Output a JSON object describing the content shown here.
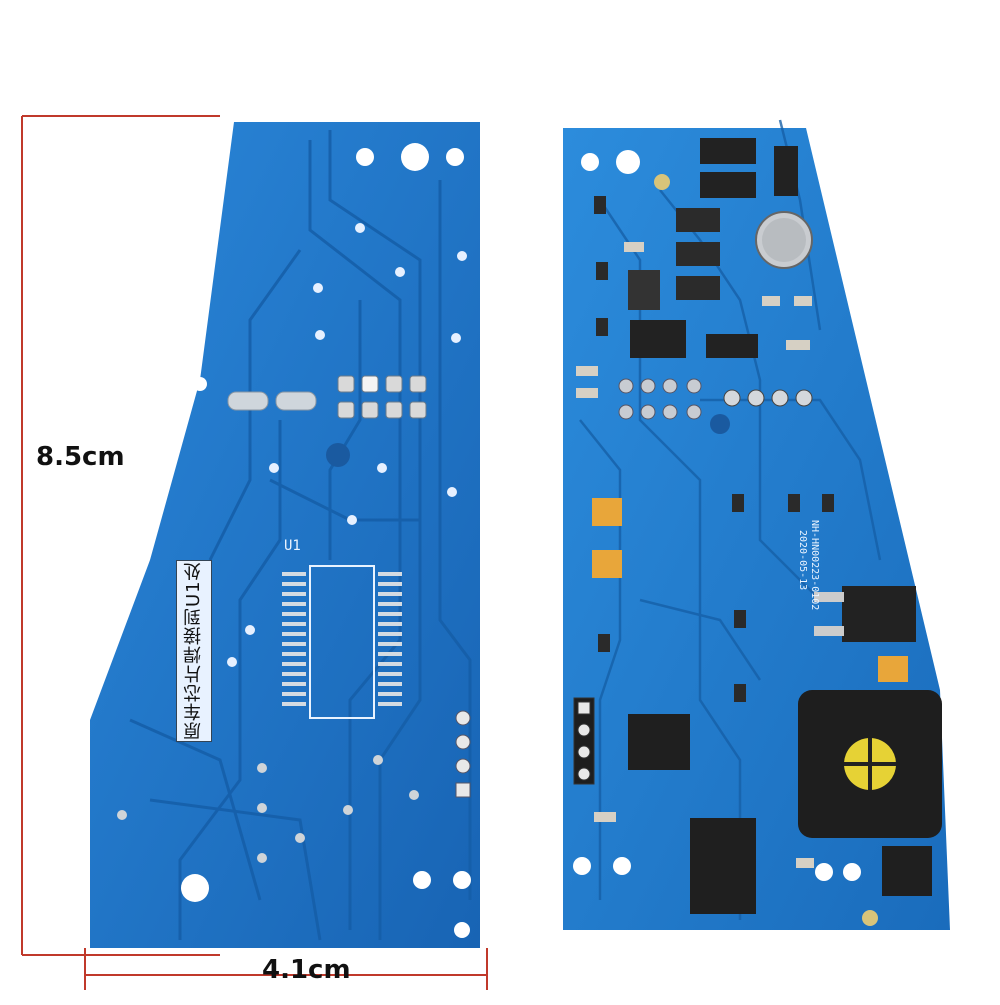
{
  "dimensions": {
    "height_label": "8.5cm",
    "width_label": "4.1cm"
  },
  "back_board": {
    "chip_note": "原车芯片焊接到U1处",
    "u1_label": "U1"
  },
  "front_board": {
    "board_id": "NH-HN00223-0102",
    "date": "2020-05-13"
  },
  "colors": {
    "pcb_blue": "#1e73c8",
    "pcb_dark": "#155ea8",
    "dimension_line": "#c0392b"
  }
}
